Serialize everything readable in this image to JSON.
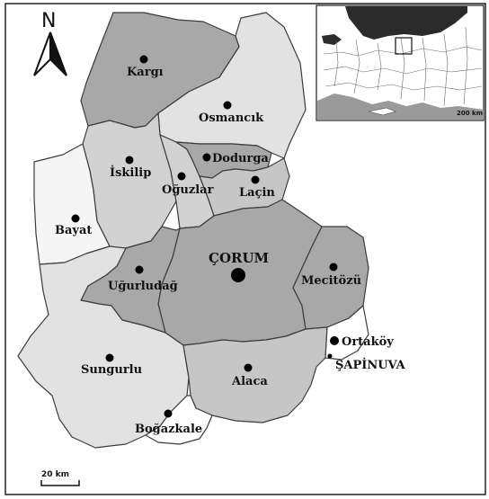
{
  "map": {
    "north_label": "N",
    "scale_label": "20  km",
    "inset_scale_label": "200 km",
    "colors": {
      "dark": "#a8a8a8",
      "mid": "#c6c6c6",
      "light": "#e2e2e2",
      "lightest": "#f5f5f5",
      "inset_sea": "#2b2b2b",
      "inset_land": "#ffffff"
    },
    "places": {
      "corum": "ÇORUM",
      "kargi": "Kargı",
      "osmancik": "Osmancık",
      "dodurga": "Dodurga",
      "iskilip": "İskilip",
      "oguzlar": "Oğuzlar",
      "lacin": "Laçin",
      "bayat": "Bayat",
      "ugurludag": "Uğurludağ",
      "mecitozu": "Mecitözü",
      "ortakoy": "Ortaköy",
      "sapinuva": "ŞAPİNUVA",
      "sungurlu": "Sungurlu",
      "alaca": "Alaca",
      "bogazkale": "Boğazkale"
    }
  }
}
